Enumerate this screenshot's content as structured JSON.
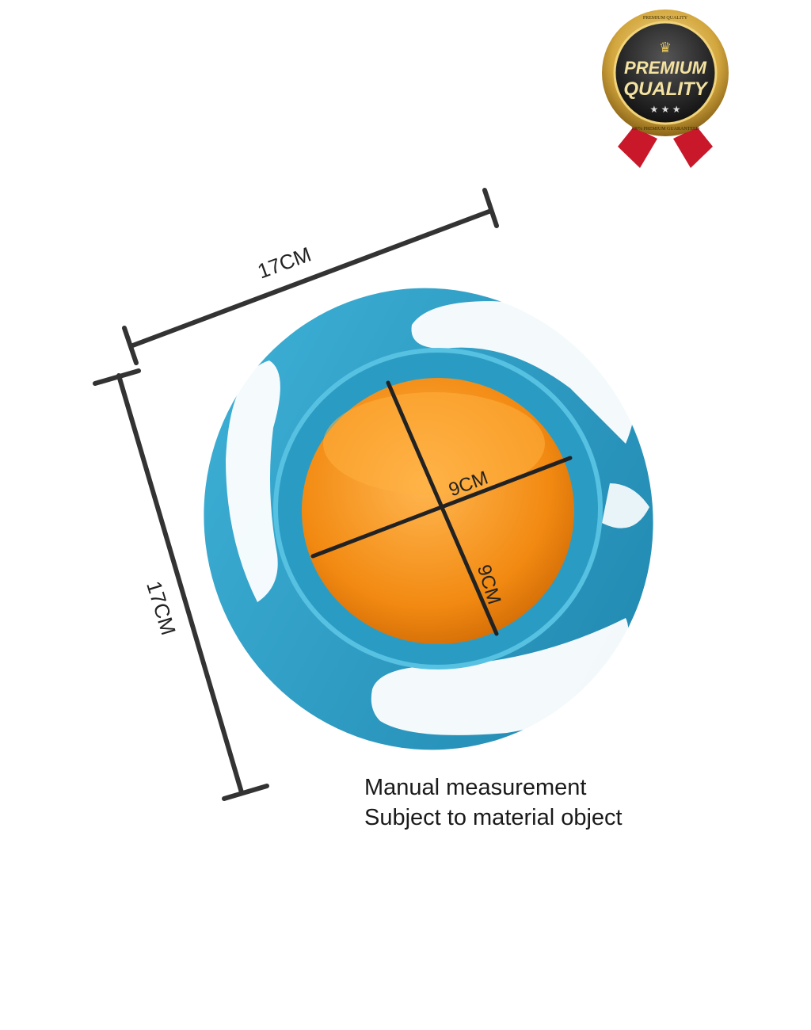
{
  "badge": {
    "title_line1": "PREMIUM",
    "title_line2": "QUALITY",
    "ring_text": "PREMIUM QUALITY",
    "bottom_text": "100% PREMIUM GUARANTEED"
  },
  "dimensions": {
    "outer_width": "17CM",
    "outer_height": "17CM",
    "inner_width": "9CM",
    "inner_height": "9CM"
  },
  "caption": {
    "line1": "Manual measurement",
    "line2": "Subject to material object"
  },
  "colors": {
    "bowl_outer": "#2a9cc4",
    "bowl_inner": "#f28a12",
    "badge_gold": "#d9b24a",
    "ribbon": "#c8182a"
  }
}
